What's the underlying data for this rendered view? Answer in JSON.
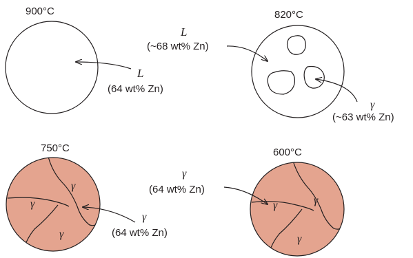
{
  "colors": {
    "liquid": "#fdf5cd",
    "solid": "#e4a48f",
    "ink": "#231f20"
  },
  "panels": {
    "p900": {
      "temp": "900°C",
      "phase": "L",
      "composition": "(64 wt% Zn)"
    },
    "p820": {
      "temp": "820°C",
      "liquid_phase": "L",
      "liquid_composition": "(~68 wt% Zn)",
      "solid_phase": "γ",
      "solid_composition": "(~63 wt% Zn)"
    },
    "p750": {
      "temp": "750°C",
      "grain_label": "γ",
      "phase": "γ",
      "composition": "(64 wt% Zn)"
    },
    "p600": {
      "temp": "600°C",
      "grain_label": "γ",
      "phase": "γ",
      "composition": "(64 wt% Zn)"
    }
  }
}
